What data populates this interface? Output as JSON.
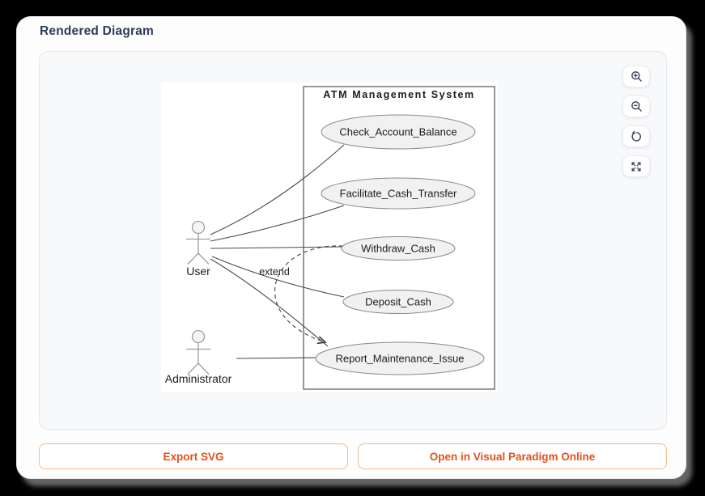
{
  "window": {
    "title": "Rendered Diagram"
  },
  "viewer": {
    "controls": [
      {
        "icon": "zoom-in-icon"
      },
      {
        "icon": "zoom-out-icon"
      },
      {
        "icon": "reset-view-icon"
      },
      {
        "icon": "fullscreen-icon"
      }
    ]
  },
  "diagram": {
    "system_title": "ATM Management System",
    "actors": [
      {
        "name": "User"
      },
      {
        "name": "Administrator"
      }
    ],
    "use_cases": [
      "Check_Account_Balance",
      "Facilitate_Cash_Transfer",
      "Withdraw_Cash",
      "Deposit_Cash",
      "Report_Maintenance_Issue"
    ],
    "relationships": [
      {
        "from": "User",
        "to": "Check_Account_Balance",
        "type": "association"
      },
      {
        "from": "User",
        "to": "Facilitate_Cash_Transfer",
        "type": "association"
      },
      {
        "from": "User",
        "to": "Withdraw_Cash",
        "type": "association"
      },
      {
        "from": "User",
        "to": "Deposit_Cash",
        "type": "association"
      },
      {
        "from": "User",
        "to": "Report_Maintenance_Issue",
        "type": "association"
      },
      {
        "from": "Administrator",
        "to": "Report_Maintenance_Issue",
        "type": "association"
      },
      {
        "from": "Withdraw_Cash",
        "to": "Report_Maintenance_Issue",
        "type": "extend",
        "label": "extend"
      }
    ]
  },
  "footer": {
    "export_svg_label": "Export SVG",
    "open_vp_label": "Open in Visual Paradigm Online"
  },
  "colors": {
    "accent_text": "#e2511e",
    "accent_border": "#f4bc88",
    "heading": "#2e3a57",
    "icon": "#36415a",
    "ellipse_fill": "#f1f1f1",
    "line": "#4a4a4a"
  }
}
